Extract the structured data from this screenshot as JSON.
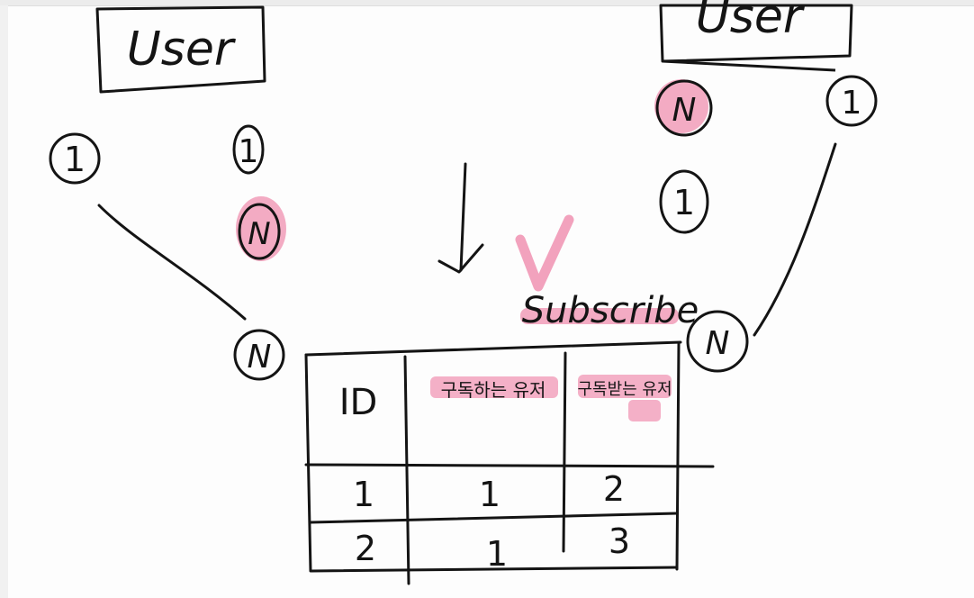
{
  "diagram": {
    "left_entity": "User",
    "right_entity": "User",
    "relation": "Subscribe",
    "left_pair": {
      "top_card": "1",
      "side_card": "1",
      "highlighted_card": "N",
      "join_card": "N"
    },
    "right_pair": {
      "highlighted_card": "N",
      "mid_card": "1",
      "top_card": "1",
      "join_card": "N"
    },
    "table": {
      "headers": [
        "ID",
        "구독하는 유저",
        "구독받는 유저"
      ],
      "rows": [
        [
          "1",
          "1",
          "2"
        ],
        [
          "2",
          "1",
          "3"
        ]
      ]
    }
  },
  "colors": {
    "ink": "#141414",
    "highlight": "#f2a2bd",
    "background": "#fdfdfd"
  },
  "icons": [
    "down-arrow-icon",
    "checkmark-icon"
  ]
}
